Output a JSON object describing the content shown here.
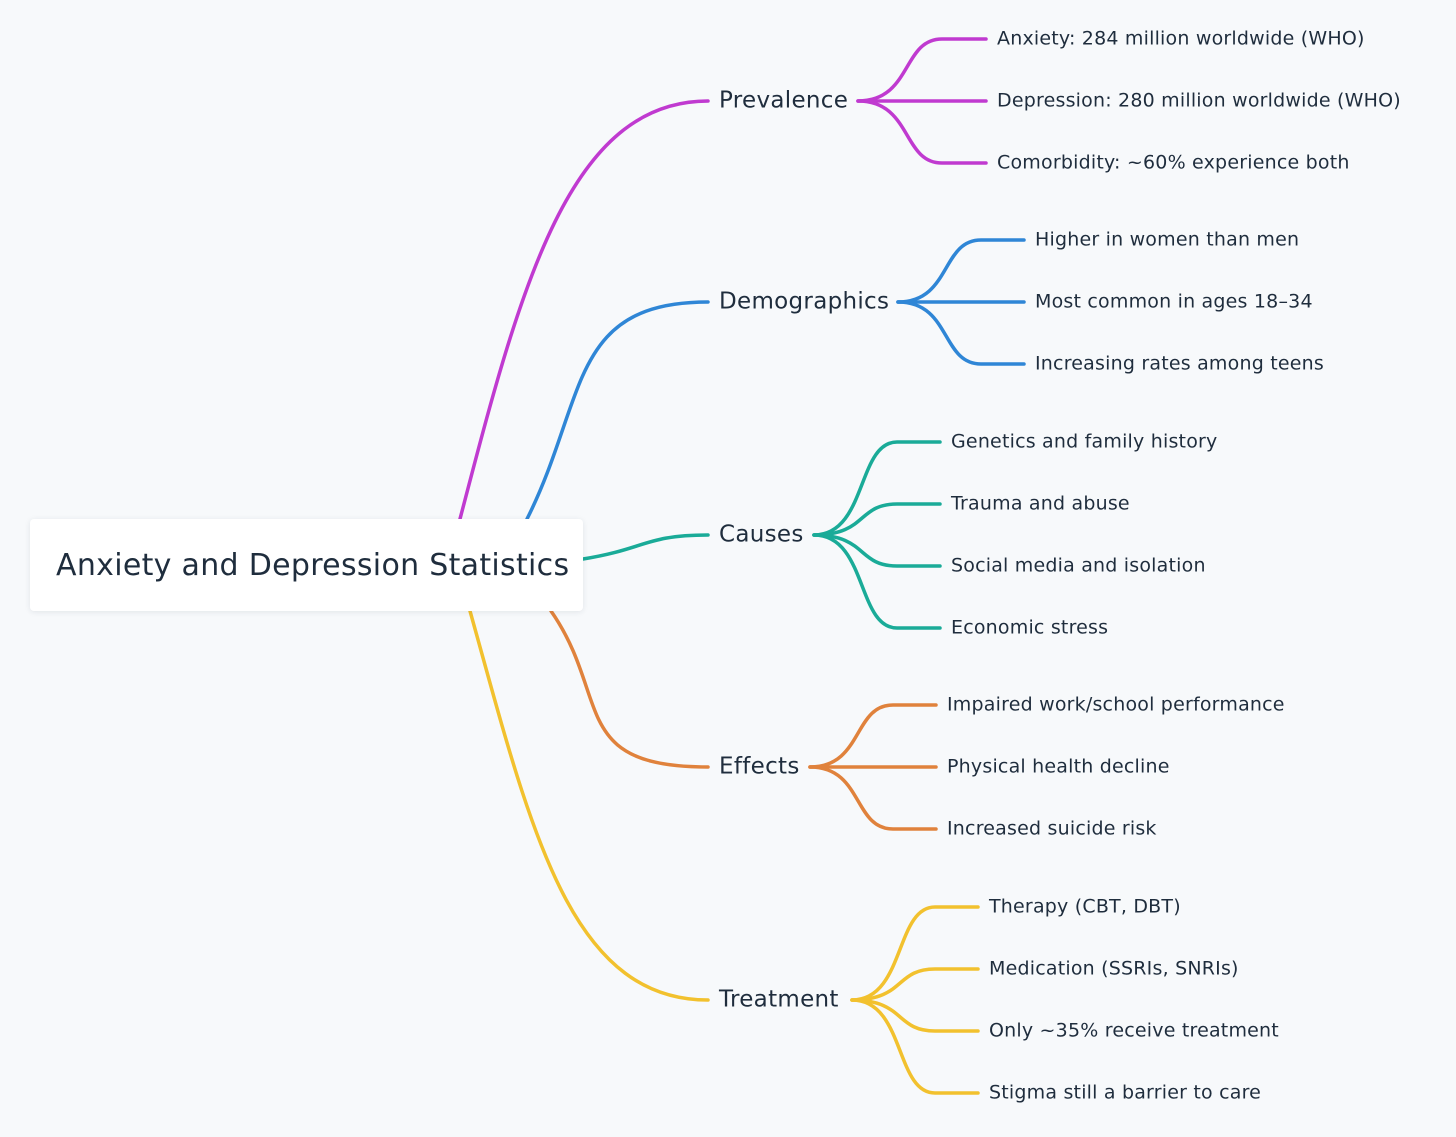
{
  "root": {
    "title": "Anxiety and Depression Statistics"
  },
  "branches": [
    {
      "label": "Prevalence",
      "color": "#c03ad0",
      "leaves": [
        "Anxiety: 284 million worldwide (WHO)",
        "Depression: 280 million worldwide (WHO)",
        "Comorbidity: ~60% experience both"
      ]
    },
    {
      "label": "Demographics",
      "color": "#2f86d6",
      "leaves": [
        "Higher in women than men",
        "Most common in ages 18–34",
        "Increasing rates among teens"
      ]
    },
    {
      "label": "Causes",
      "color": "#1aab98",
      "leaves": [
        "Genetics and family history",
        "Trauma and abuse",
        "Social media and isolation",
        "Economic stress"
      ]
    },
    {
      "label": "Effects",
      "color": "#e0823c",
      "leaves": [
        "Impaired work/school performance",
        "Physical health decline",
        "Increased suicide risk"
      ]
    },
    {
      "label": "Treatment",
      "color": "#f2c12e",
      "leaves": [
        "Therapy (CBT, DBT)",
        "Medication (SSRIs, SNRIs)",
        "Only ~35% receive treatment",
        "Stigma still a barrier to care"
      ]
    }
  ]
}
